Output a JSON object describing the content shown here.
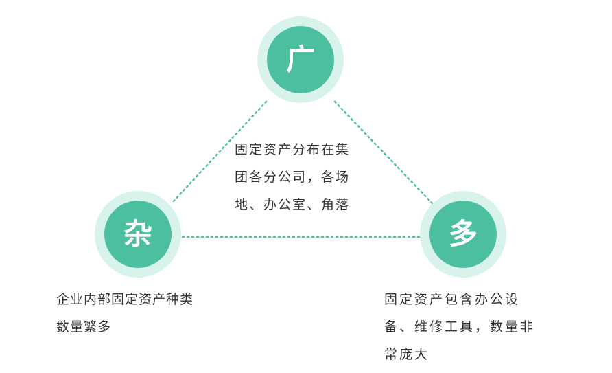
{
  "colors": {
    "node_fill": "#4cbfa0",
    "node_ring": "#d8f3ec",
    "connector": "#4cbfa0",
    "text": "#333333"
  },
  "nodes": {
    "top": {
      "label": "广",
      "description_lines": [
        "固定资产分布在集",
        "团各分公司，各场",
        "地、办公室、角落"
      ]
    },
    "left": {
      "label": "杂",
      "description_lines": [
        "企业内部固定资产种类",
        "数量繁多"
      ]
    },
    "right": {
      "label": "多",
      "description_lines": [
        "固定资产包含办公设",
        "备、维修工具，数量非",
        "常庞大"
      ]
    }
  }
}
